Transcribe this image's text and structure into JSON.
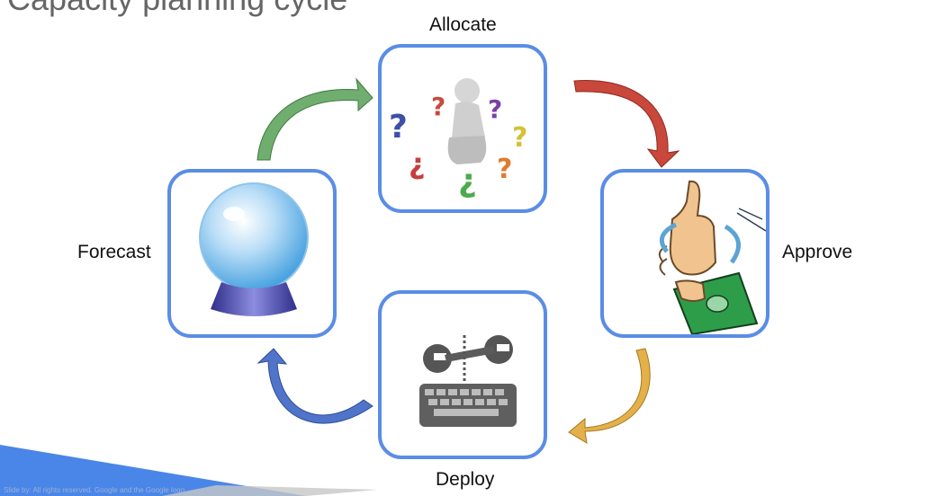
{
  "slide": {
    "title": "Capacity planning cycle",
    "footer": "Slide by: All rights reserved. Google and the Google logo"
  },
  "stages": [
    {
      "id": "allocate",
      "label": "Allocate",
      "icon": "thinking-figure-question-marks"
    },
    {
      "id": "approve",
      "label": "Approve",
      "icon": "thumbs-up-money-hand"
    },
    {
      "id": "deploy",
      "label": "Deploy",
      "icon": "wrench-keyboard"
    },
    {
      "id": "forecast",
      "label": "Forecast",
      "icon": "crystal-ball"
    }
  ],
  "arrows": [
    {
      "from": "Forecast",
      "to": "Allocate",
      "color": "#6fae6f"
    },
    {
      "from": "Allocate",
      "to": "Approve",
      "color": "#c9473b"
    },
    {
      "from": "Approve",
      "to": "Deploy",
      "color": "#e4b04a"
    },
    {
      "from": "Deploy",
      "to": "Forecast",
      "color": "#4f74c9"
    }
  ],
  "colors": {
    "card_border": "#5b8de6",
    "band": "#4a86e8"
  }
}
